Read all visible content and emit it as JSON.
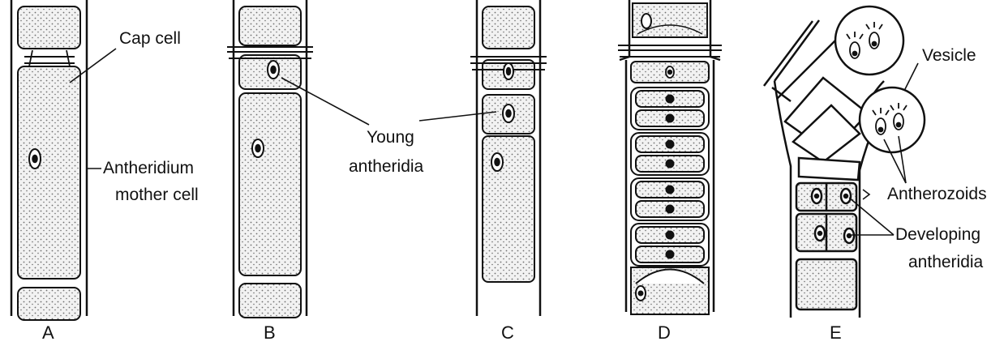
{
  "labels": {
    "cap_cell": "Cap cell",
    "antheridium_1": "Antheridium",
    "antheridium_2": "mother cell",
    "young_1": "Young",
    "young_2": "antheridia",
    "vesicle": "Vesicle",
    "antherozoids": "Antherozoids",
    "developing_1": "Developing",
    "developing_2": "antheridia"
  },
  "panels": [
    "A",
    "B",
    "C",
    "D",
    "E"
  ],
  "colors": {
    "ink": "#111111",
    "stipple": "#8a8a8a",
    "fill": "#efefef"
  }
}
